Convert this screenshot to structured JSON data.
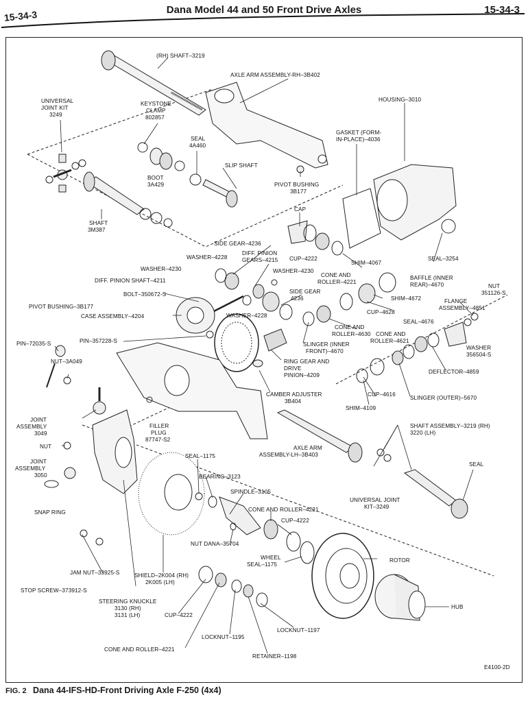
{
  "header": {
    "page_left": "15-34-3",
    "title": "Dana Model 44 and 50 Front Drive Axles",
    "page_right": "15-34-3"
  },
  "code": "E4100-2D",
  "caption": {
    "fig": "FIG. 2",
    "text": "Dana 44-IFS-HD-Front Driving Axle F-250 (4x4)"
  },
  "labels": {
    "rh_shaft": "(RH) SHAFT–3219",
    "axle_arm_rh": "AXLE ARM ASSEMBLY-RH–3B402",
    "ujoint_kit_1": "UNIVERSAL",
    "ujoint_kit_2": "JOINT KIT",
    "ujoint_kit_3": "3249",
    "keystone_1": "KEYSTONE",
    "keystone_2": "CLAMP",
    "keystone_3": "802857",
    "seal_1": "SEAL",
    "seal_2": "4A460",
    "boot_1": "BOOT",
    "boot_2": "3A429",
    "slip_shaft": "SLIP SHAFT",
    "pivot_bushing_1": "PIVOT BUSHING",
    "pivot_bushing_2": "3B177",
    "housing": "HOUSING–3010",
    "gasket_1": "GASKET (FORM-",
    "gasket_2": "IN-PLACE)–4036",
    "shaft_3m_1": "SHAFT",
    "shaft_3m_2": "3M387",
    "cap": "CAP",
    "side_gear_4236": "SIDE GEAR–4236",
    "diff_pinion_1": "DIFF. PINION",
    "diff_pinion_2": "GEARS–4215",
    "washer_4228_a": "WASHER–4228",
    "cup_4222_a": "CUP–4222",
    "shim_4067": "SHIM–4067",
    "seal_3254": "SEAL–3254",
    "washer_4230_a": "WASHER–4230",
    "washer_4230_b": "WASHER–4230",
    "cone_roller_4221_a1": "CONE AND",
    "cone_roller_4221_a2": "ROLLER–4221",
    "baffle_1": "BAFFLE (INNER",
    "baffle_2": "REAR)–4670",
    "diff_pinion_shaft": "DIFF. PINION SHAFT–4211",
    "bolt": "BOLT–350672-S",
    "side_gear_1": "SIDE GEAR",
    "side_gear_2": "4236",
    "shim_4672": "SHIM–4672",
    "nut_351126_1": "NUT",
    "nut_351126_2": "351126-S",
    "flange_1": "FLANGE",
    "flange_2": "ASSEMBLY–4851",
    "pivot_bushing_l": "PIVOT BUSHING–3B177",
    "case_assembly": "CASE ASSEMBLY–4204",
    "washer_4228_b": "WASHER–4228",
    "cup_4628": "CUP–4628",
    "cone_roller_4630_1": "CONE AND",
    "cone_roller_4630_2": "ROLLER–4630",
    "seal_4676": "SEAL–4676",
    "cone_roller_4621_1": "CONE AND",
    "cone_roller_4621_2": "ROLLER–4621",
    "washer_356504_1": "WASHER",
    "washer_356504_2": "356504-S",
    "pin_72035": "PIN–72035-S",
    "pin_357228": "PIN–357228-S",
    "slinger_inner_1": "SLINGER (INNER",
    "slinger_inner_2": "FRONT)–4670",
    "ring_gear_1": "RING GEAR AND",
    "ring_gear_2": "DRIVE",
    "ring_gear_3": "PINION–4209",
    "deflector": "DEFLECTOR–4859",
    "nut_3a049": "NUT–3A049",
    "camber_1": "CAMBER ADJUSTER",
    "camber_2": "3B404",
    "cup_4616": "CUP–4616",
    "slinger_outer": "SLINGER (OUTER)–5670",
    "shim_4109": "SHIM–4109",
    "joint_3049_1": "JOINT",
    "joint_3049_2": "ASSEMBLY",
    "joint_3049_3": "3049",
    "filler_1": "FILLER",
    "filler_2": "PLUG",
    "filler_3": "87747-S2",
    "shaft_asm_1": "SHAFT ASSEMBLY–3219 (RH)",
    "shaft_asm_2": "3220 (LH)",
    "nut": "NUT",
    "axle_arm_lh_1": "AXLE ARM",
    "axle_arm_lh_2": "ASSEMBLY-LH–3B403",
    "joint_3050_1": "JOINT",
    "joint_3050_2": "ASSEMBLY",
    "joint_3050_3": "3050",
    "seal_1175_a": "SEAL–1175",
    "seal_r": "SEAL",
    "bearing_3123": "BEARING–3123",
    "snap_ring": "SNAP RING",
    "spindle": "SPINDLE–3105",
    "ujoint_3249_1": "UNIVERSAL JOINT",
    "ujoint_3249_2": "KIT–3249",
    "cone_roller_4221_b": "CONE AND ROLLER–4221",
    "cup_4222_b": "CUP–4222",
    "nut_dana": "NUT DANA–35704",
    "wheel_seal_1": "WHEEL",
    "wheel_seal_2": "SEAL–1175",
    "rotor": "ROTOR",
    "jam_nut": "JAM NUT–33925-S",
    "shield_1": "SHIELD–2K004 (RH)",
    "shield_2": "2K005 (LH)",
    "stop_screw": "STOP SCREW–373912-S",
    "knuckle_1": "STEERING KNUCKLE",
    "knuckle_2": "3130 (RH)",
    "knuckle_3": "3131 (LH)",
    "cup_4222_c": "CUP–4222",
    "hub": "HUB",
    "locknut_1195": "LOCKNUT–1195",
    "locknut_1197": "LOCKNUT–1197",
    "cone_roller_4221_c": "CONE AND ROLLER–4221",
    "retainer": "RETAINER–1198"
  }
}
